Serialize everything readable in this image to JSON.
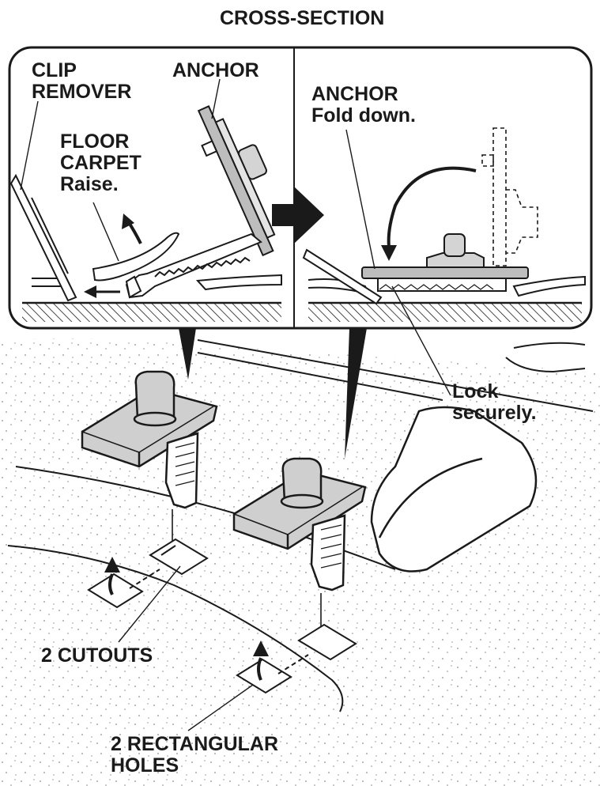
{
  "title": "CROSS-SECTION",
  "labels": {
    "clip_remover": [
      "CLIP",
      "REMOVER"
    ],
    "anchor_left": "ANCHOR",
    "floor_carpet": [
      "FLOOR",
      "CARPET",
      "Raise."
    ],
    "anchor_right": [
      "ANCHOR",
      "Fold down."
    ],
    "lock": [
      "Lock",
      "securely."
    ],
    "cutouts": "2 CUTOUTS",
    "holes": [
      "2 RECTANGULAR",
      "HOLES"
    ]
  },
  "colors": {
    "line": "#1a1a1a",
    "part_fill": "#cfcfcf",
    "part_fill_dark": "#a9a9a9",
    "floor_speckle": "#9a9a9a"
  }
}
